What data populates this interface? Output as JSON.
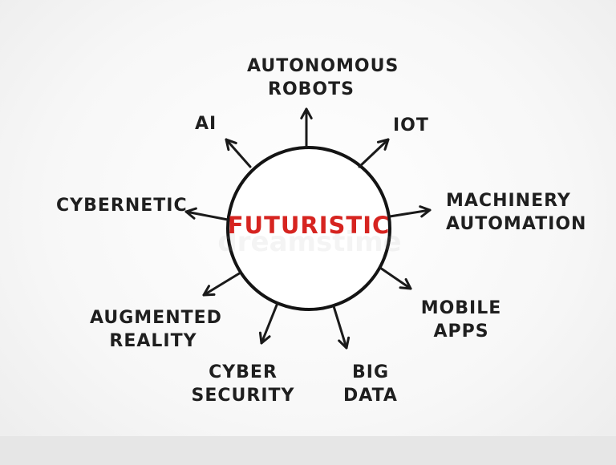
{
  "center": {
    "title": "FUTURISTIC",
    "color": "#d62420"
  },
  "branches": [
    {
      "id": "autonomous-robots",
      "lines": [
        "AUTONOMOUS",
        "ROBOTS"
      ]
    },
    {
      "id": "iot",
      "lines": [
        "IOT"
      ]
    },
    {
      "id": "machinery-automation",
      "lines": [
        "MACHINERY",
        "AUTOMATION"
      ]
    },
    {
      "id": "mobile-apps",
      "lines": [
        "MOBILE",
        "APPS"
      ]
    },
    {
      "id": "big-data",
      "lines": [
        "BIG",
        "DATA"
      ]
    },
    {
      "id": "cyber-security",
      "lines": [
        "CYBER",
        "SECURITY"
      ]
    },
    {
      "id": "augmented-reality",
      "lines": [
        "AUGMENTED",
        "REALITY"
      ]
    },
    {
      "id": "cybernetic",
      "lines": [
        "CYBERNETIC"
      ]
    },
    {
      "id": "ai",
      "lines": [
        "AI"
      ]
    }
  ],
  "watermark": "dreamstime"
}
